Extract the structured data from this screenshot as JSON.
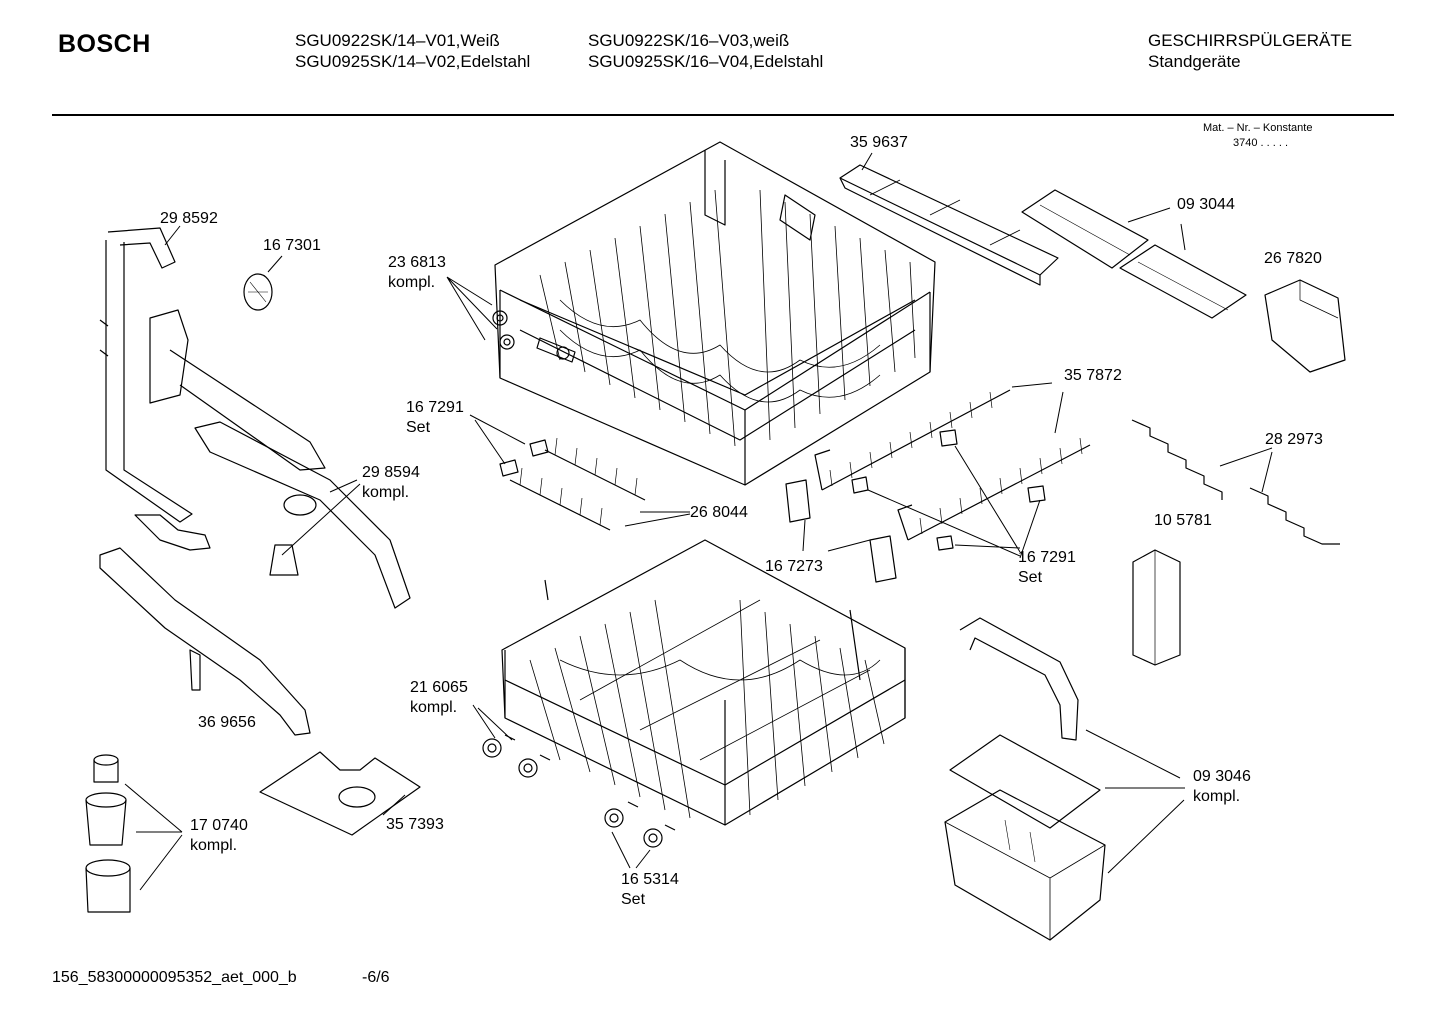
{
  "header": {
    "brand": "BOSCH",
    "models_col1": [
      "SGU0922SK/14–V01,Weiß",
      "SGU0925SK/14–V02,Edelstahl"
    ],
    "models_col2": [
      "SGU0922SK/16–V03,weiß",
      "SGU0925SK/16–V04,Edelstahl"
    ],
    "category": "GESCHIRRSPÜLGERÄTE",
    "subcategory": "Standgeräte",
    "mat_nr_label": "Mat. – Nr. – Konstante",
    "mat_nr_value": "3740  .   .   .   .   ."
  },
  "parts": {
    "p298592": "29 8592",
    "p167301": "16 7301",
    "p236813": "23 6813",
    "p236813_note": "kompl.",
    "p359637": "35 9637",
    "p093044": "09 3044",
    "p267820": "26 7820",
    "p357872": "35 7872",
    "p167291a": "16 7291",
    "p167291a_note": "Set",
    "p298594": "29 8594",
    "p298594_note": "kompl.",
    "p268044": "26 8044",
    "p282973": "28 2973",
    "p105781": "10 5781",
    "p167273": "16 7273",
    "p167291b": "16 7291",
    "p167291b_note": "Set",
    "p216065": "21 6065",
    "p216065_note": "kompl.",
    "p369656": "36 9656",
    "p093046": "09 3046",
    "p093046_note": "kompl.",
    "p170740": "17 0740",
    "p170740_note": "kompl.",
    "p357393": "35 7393",
    "p165314": "16 5314",
    "p165314_note": "Set"
  },
  "footer": {
    "doc_id": "156_58300000095352_aet_000_b",
    "page": "-6/6"
  }
}
